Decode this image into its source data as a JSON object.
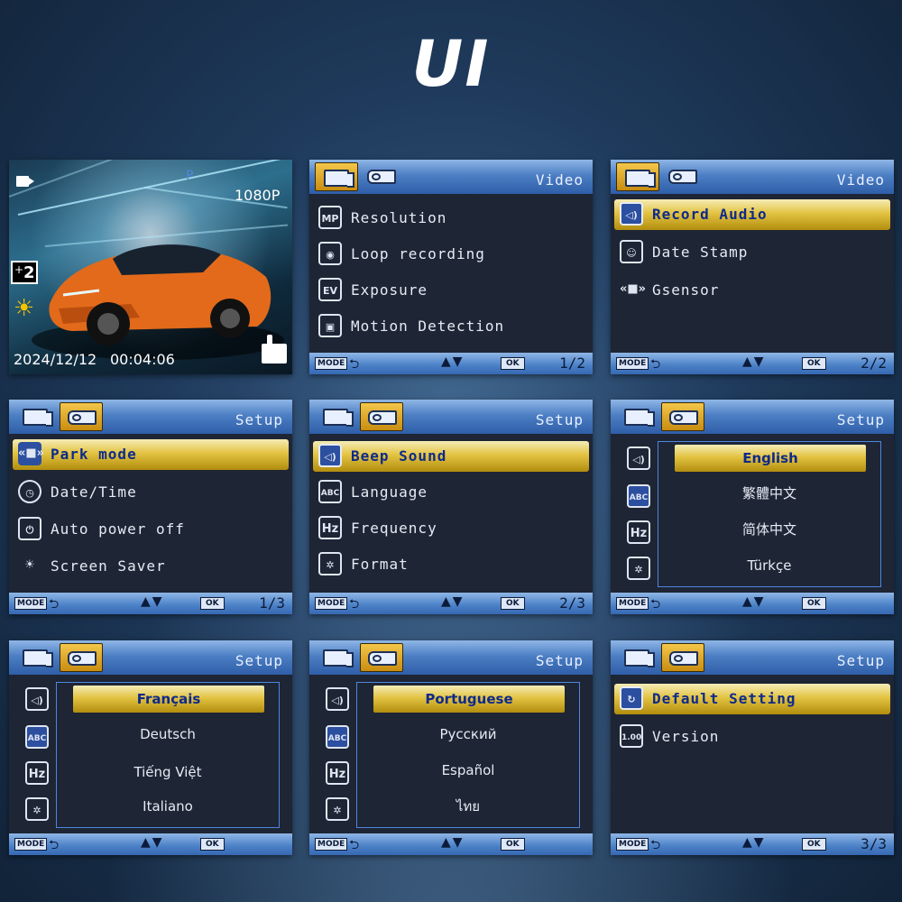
{
  "headline": "UI",
  "footer": {
    "mode": "MODE",
    "back": "⮌",
    "arrows": "▲▼",
    "ok": "OK"
  },
  "live": {
    "resolution": "1080P",
    "p_mark": "P",
    "ev_label": "2",
    "date": "2024/12/12",
    "time": "00:04:06",
    "colors": {
      "car": "#e26a1a",
      "sun": "#f5c400"
    }
  },
  "video_page1": {
    "title": "Video",
    "page": "1/2",
    "items": [
      {
        "icon": "MP",
        "label": "Resolution"
      },
      {
        "icon": "◉",
        "label": "Loop recording"
      },
      {
        "icon": "EV",
        "label": "Exposure"
      },
      {
        "icon": "▣",
        "label": "Motion Detection"
      }
    ]
  },
  "video_page2": {
    "title": "Video",
    "page": "2/2",
    "items": [
      {
        "icon": "◁)",
        "label": "Record Audio"
      },
      {
        "icon": "☺",
        "label": "Date Stamp"
      },
      {
        "icon": "«■»",
        "label": "Gsensor"
      }
    ]
  },
  "setup_page1": {
    "title": "Setup",
    "page": "1/3",
    "items": [
      {
        "icon": "«■»",
        "label": "Park mode"
      },
      {
        "icon": "◷",
        "label": "Date/Time"
      },
      {
        "icon": "⏻",
        "label": "Auto power off"
      },
      {
        "icon": "☀",
        "label": "Screen Saver"
      }
    ]
  },
  "setup_page2": {
    "title": "Setup",
    "page": "2/3",
    "items": [
      {
        "icon": "◁)",
        "label": "Beep Sound"
      },
      {
        "icon": "ABC",
        "label": "Language"
      },
      {
        "icon": "Hz",
        "label": "Frequency"
      },
      {
        "icon": "✲",
        "label": "Format"
      }
    ]
  },
  "language_page1": {
    "title": "Setup",
    "icons": [
      "◁)",
      "ABC",
      "Hz",
      "✲"
    ],
    "options": [
      "English",
      "繁體中文",
      "简体中文",
      "Türkçe"
    ]
  },
  "language_page2": {
    "title": "Setup",
    "icons": [
      "◁)",
      "ABC",
      "Hz",
      "✲"
    ],
    "options": [
      "Français",
      "Deutsch",
      "Tiếng Việt",
      "Italiano"
    ]
  },
  "language_page3": {
    "title": "Setup",
    "icons": [
      "◁)",
      "ABC",
      "Hz",
      "✲"
    ],
    "options": [
      "Portuguese",
      "Русский",
      "Español",
      "ไทย"
    ]
  },
  "setup_page3": {
    "title": "Setup",
    "page": "3/3",
    "items": [
      {
        "icon": "↻",
        "label": "Default Setting"
      },
      {
        "icon": "1.00",
        "label": "Version"
      }
    ]
  }
}
